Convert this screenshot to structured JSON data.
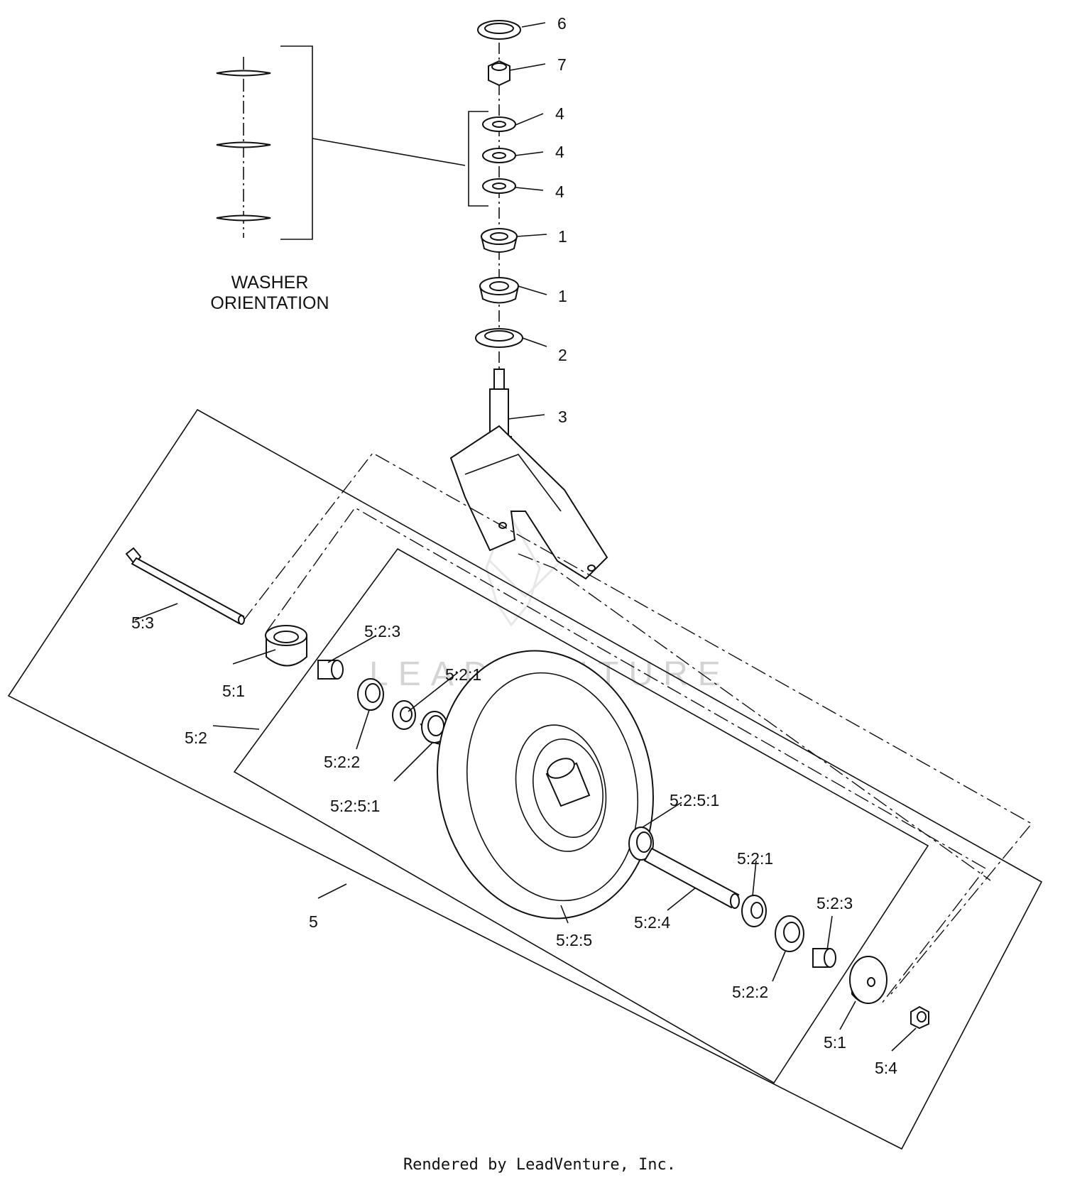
{
  "washer_orientation": {
    "line1": "WASHER",
    "line2": "ORIENTATION"
  },
  "callouts": {
    "c6": "6",
    "c7": "7",
    "c4a": "4",
    "c4b": "4",
    "c4c": "4",
    "c1a": "1",
    "c1b": "1",
    "c2": "2",
    "c3": "3",
    "c5_3": "5:3",
    "c5_1_left": "5:1",
    "c5_2_3_left": "5:2:3",
    "c5_2_1_left": "5:2:1",
    "c5_2": "5:2",
    "c5_2_2_left": "5:2:2",
    "c5_2_5_1_left": "5:2:5:1",
    "c5": "5",
    "c5_2_5": "5:2:5",
    "c5_2_5_1_right": "5:2:5:1",
    "c5_2_1_right": "5:2:1",
    "c5_2_4": "5:2:4",
    "c5_2_3_right": "5:2:3",
    "c5_2_2_right": "5:2:2",
    "c5_1_right": "5:1",
    "c5_4": "5:4"
  },
  "watermark": "LEADVENTURE",
  "footer": "Rendered by LeadVenture, Inc."
}
